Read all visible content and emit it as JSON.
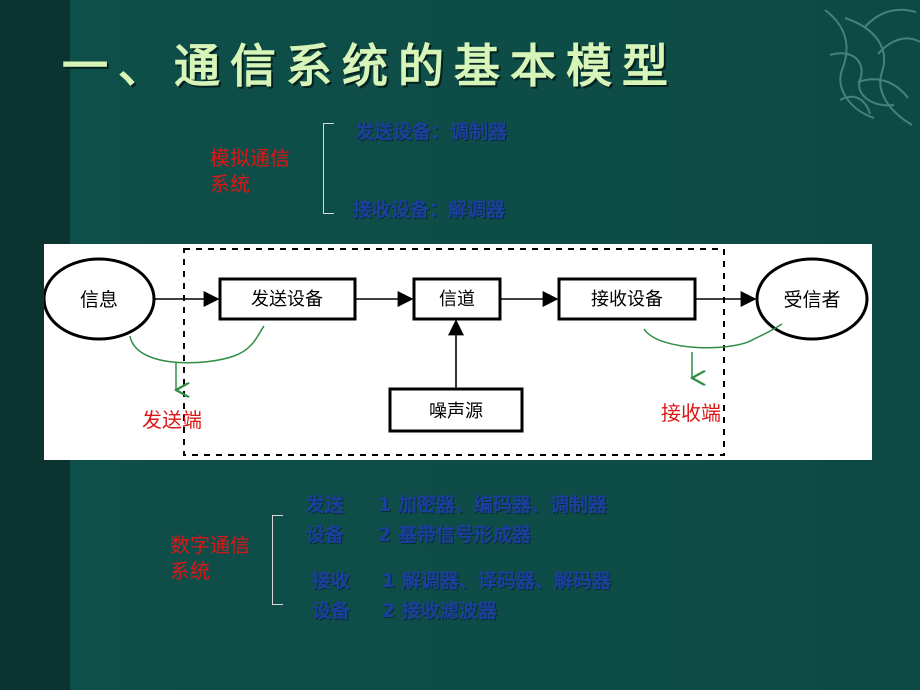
{
  "slide": {
    "title": "一、通信系统的基本模型"
  },
  "analog": {
    "label_line1": "模拟通信",
    "label_line2": "系统",
    "send_device": "发送设备：调制器",
    "receive_device": "接收设备：解调器"
  },
  "diagram": {
    "message": "信息",
    "sender_device": "发送设备",
    "channel": "信道",
    "receiver_device": "接收设备",
    "receiver": "受信者",
    "noise": "噪声源",
    "send_end": "发送端",
    "receive_end": "接收端"
  },
  "digital": {
    "label_line1": "数字通信",
    "label_line2": "系统",
    "send_label_line1": "发送",
    "send_label_line2": "设备",
    "send_item1": "1 加密器、编码器、调制器",
    "send_item2": "2 基带信号形成器",
    "receive_label_line1": "接收",
    "receive_label_line2": "设备",
    "receive_item1": "1 解调器、译码器、解码器",
    "receive_item2": "2 接收滤波器"
  }
}
